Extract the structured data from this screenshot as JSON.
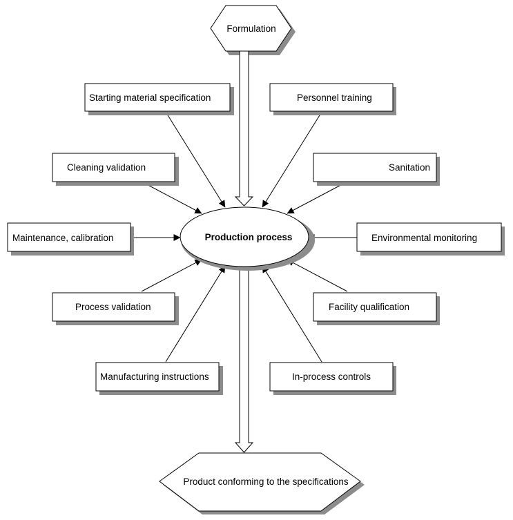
{
  "top_input": {
    "label": "Formulation"
  },
  "center": {
    "label": "Production process"
  },
  "output": {
    "label": "Product conforming to the specifications"
  },
  "factors": {
    "starting_material": "Starting material specification",
    "personnel_training": "Personnel training",
    "cleaning_validation": "Cleaning validation",
    "sanitation": "Sanitation",
    "maintenance_calibration": "Maintenance, calibration",
    "environmental_monitoring": "Environmental monitoring",
    "process_validation": "Process validation",
    "facility_qualification": "Facility qualification",
    "manufacturing_instructions": "Manufacturing instructions",
    "in_process_controls": "In-process controls"
  }
}
